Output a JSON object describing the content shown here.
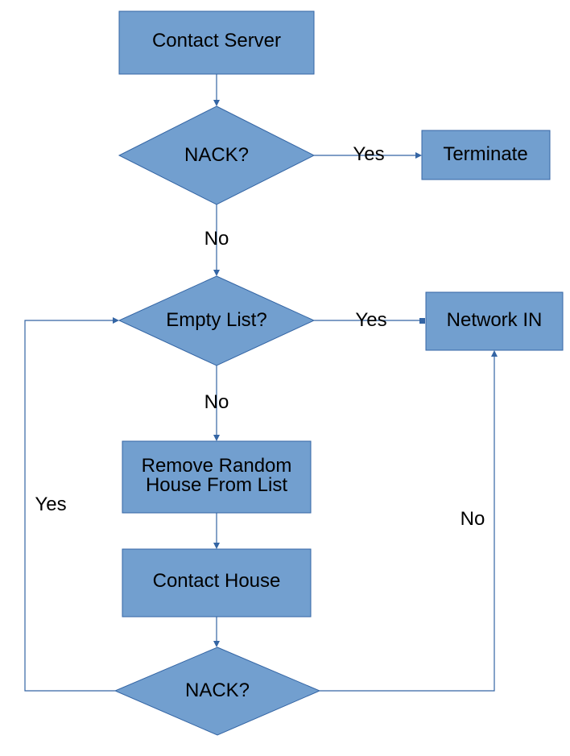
{
  "nodes": {
    "contact_server": "Contact Server",
    "nack_1": "NACK?",
    "terminate": "Terminate",
    "empty_list": "Empty List?",
    "network_in": "Network IN",
    "remove_house_line1": "Remove Random",
    "remove_house_line2": "House From List",
    "contact_house": "Contact House",
    "nack_2": "NACK?"
  },
  "edges": {
    "nack1_yes": "Yes",
    "nack1_no": "No",
    "empty_yes": "Yes",
    "empty_no": "No",
    "nack2_yes": "Yes",
    "nack2_no": "No"
  },
  "colors": {
    "node_fill": "#729fcf",
    "node_stroke": "#3465a4",
    "edge": "#3465a4"
  }
}
